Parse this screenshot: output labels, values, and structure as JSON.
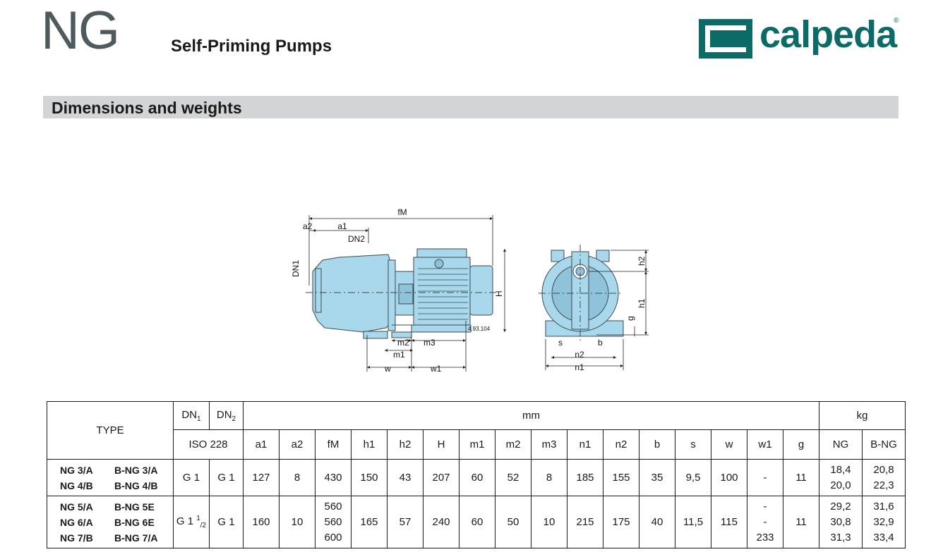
{
  "header": {
    "series": "NG",
    "subtitle": "Self-Priming Pumps",
    "brand": "calpeda",
    "brand_reg": "®"
  },
  "section": {
    "title": "Dimensions and weights"
  },
  "drawing_labels": {
    "fM": "fM",
    "a1": "a1",
    "a2": "a2",
    "DN1": "DN1",
    "DN2": "DN2",
    "H": "H",
    "m1": "m1",
    "m2": "m2",
    "m3": "m3",
    "w": "w",
    "w1": "w1",
    "ref": "4.93.104",
    "h1": "h1",
    "h2": "h2",
    "g": "g",
    "s": "s",
    "b": "b",
    "n1": "n1",
    "n2": "n2"
  },
  "colors": {
    "pump": "#a9d8ec",
    "pump_outline": "#3a4a52",
    "brand": "#0c6b66",
    "section_bar": "#d3d4d5"
  },
  "table": {
    "type_label": "TYPE",
    "dn1": "DN1",
    "dn2": "DN2",
    "iso": "ISO 228",
    "mm": "mm",
    "kg": "kg",
    "columns": [
      "a1",
      "a2",
      "fM",
      "h1",
      "h2",
      "H",
      "m1",
      "m2",
      "m3",
      "n1",
      "n2",
      "b",
      "s",
      "w",
      "w1",
      "g"
    ],
    "kg_columns": [
      "NG",
      "B-NG"
    ],
    "groups": [
      {
        "types": [
          [
            "NG 3/A",
            "B-NG 3/A"
          ],
          [
            "NG 4/B",
            "B-NG 4/B"
          ]
        ],
        "dn1": "G 1",
        "dn2": "G 1",
        "a1": "127",
        "a2": "8",
        "fM": [
          "430"
        ],
        "h1": "150",
        "h2": "43",
        "H": "207",
        "m1": "60",
        "m2": "52",
        "m3": "8",
        "n1": "185",
        "n2": "155",
        "b": "35",
        "s": "9,5",
        "w": "100",
        "w1": [
          "-"
        ],
        "g": "11",
        "kg_ng": [
          "18,4",
          "20,0"
        ],
        "kg_bng": [
          "20,8",
          "22,3"
        ]
      },
      {
        "types": [
          [
            "NG 5/A",
            "B-NG 5E"
          ],
          [
            "NG 6/A",
            "B-NG 6E"
          ],
          [
            "NG 7/B",
            "B-NG 7/A"
          ]
        ],
        "dn1_main": "G 1",
        "dn1_sup": "1",
        "dn1_sub": "/2",
        "dn2": "G 1",
        "a1": "160",
        "a2": "10",
        "fM": [
          "560",
          "560",
          "600"
        ],
        "h1": "165",
        "h2": "57",
        "H": "240",
        "m1": "60",
        "m2": "50",
        "m3": "10",
        "n1": "215",
        "n2": "175",
        "b": "40",
        "s": "11,5",
        "w": "115",
        "w1": [
          "-",
          "-",
          "233"
        ],
        "g": "11",
        "kg_ng": [
          "29,2",
          "30,8",
          "31,3"
        ],
        "kg_bng": [
          "31,6",
          "32,9",
          "33,4"
        ]
      }
    ]
  }
}
